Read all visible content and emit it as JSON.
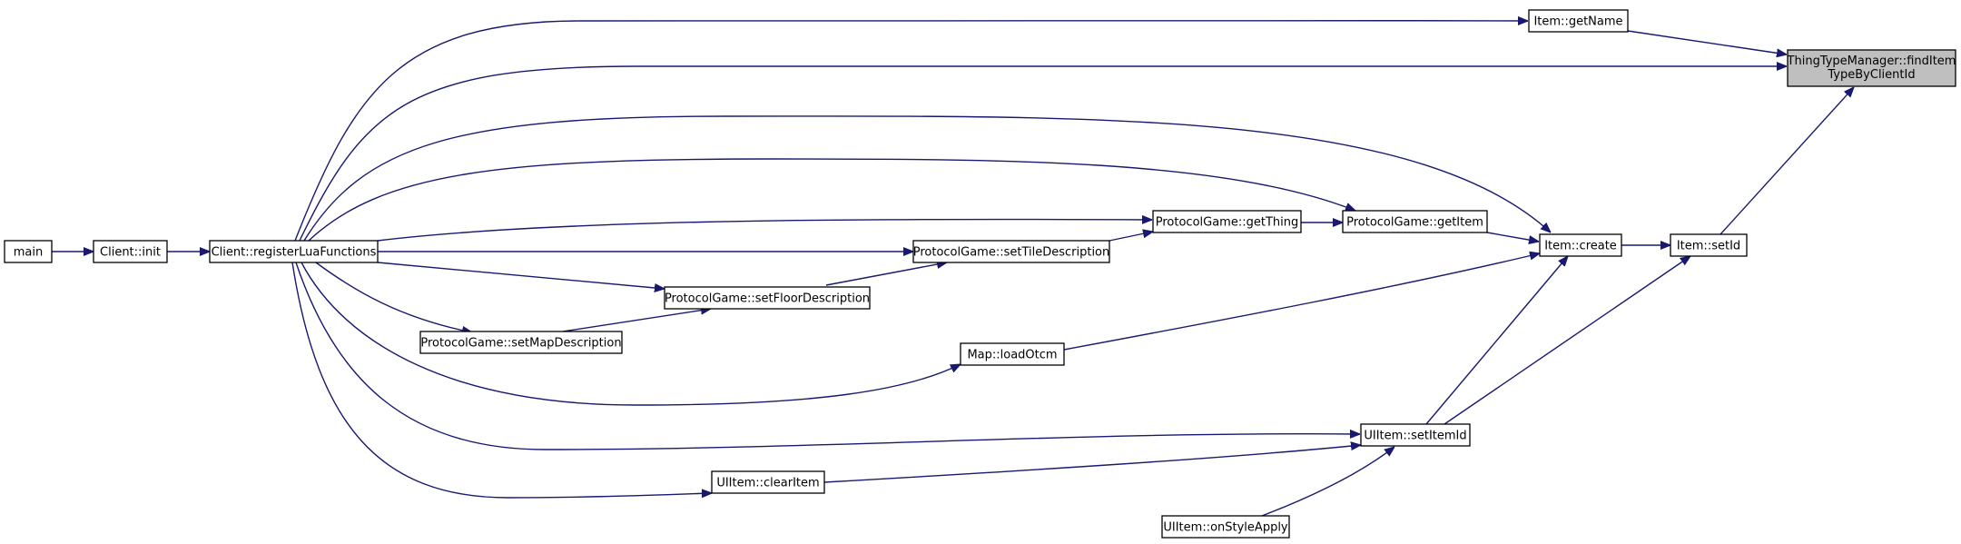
{
  "diagram": {
    "nodes": {
      "main": "main",
      "client_init": "Client::init",
      "register_lua": "Client::registerLuaFunctions",
      "set_map_description": "ProtocolGame::setMapDescription",
      "set_floor_description": "ProtocolGame::setFloorDescription",
      "set_tile_description": "ProtocolGame::setTileDescription",
      "get_thing": "ProtocolGame::getThing",
      "get_item": "ProtocolGame::getItem",
      "map_load_otcm": "Map::loadOtcm",
      "ui_clear_item": "UIItem::clearItem",
      "ui_on_style_apply": "UIItem::onStyleApply",
      "ui_set_item_id": "UIItem::setItemId",
      "item_create": "Item::create",
      "item_get_name": "Item::getName",
      "item_set_id": "Item::setId",
      "find_item_line1": "ThingTypeManager::findItem",
      "find_item_line2": "TypeByClientId"
    },
    "colors": {
      "edge": "#191970",
      "node_border": "#000000",
      "node_fill": "#ffffff",
      "highlight_fill": "#bfbfbf"
    }
  }
}
